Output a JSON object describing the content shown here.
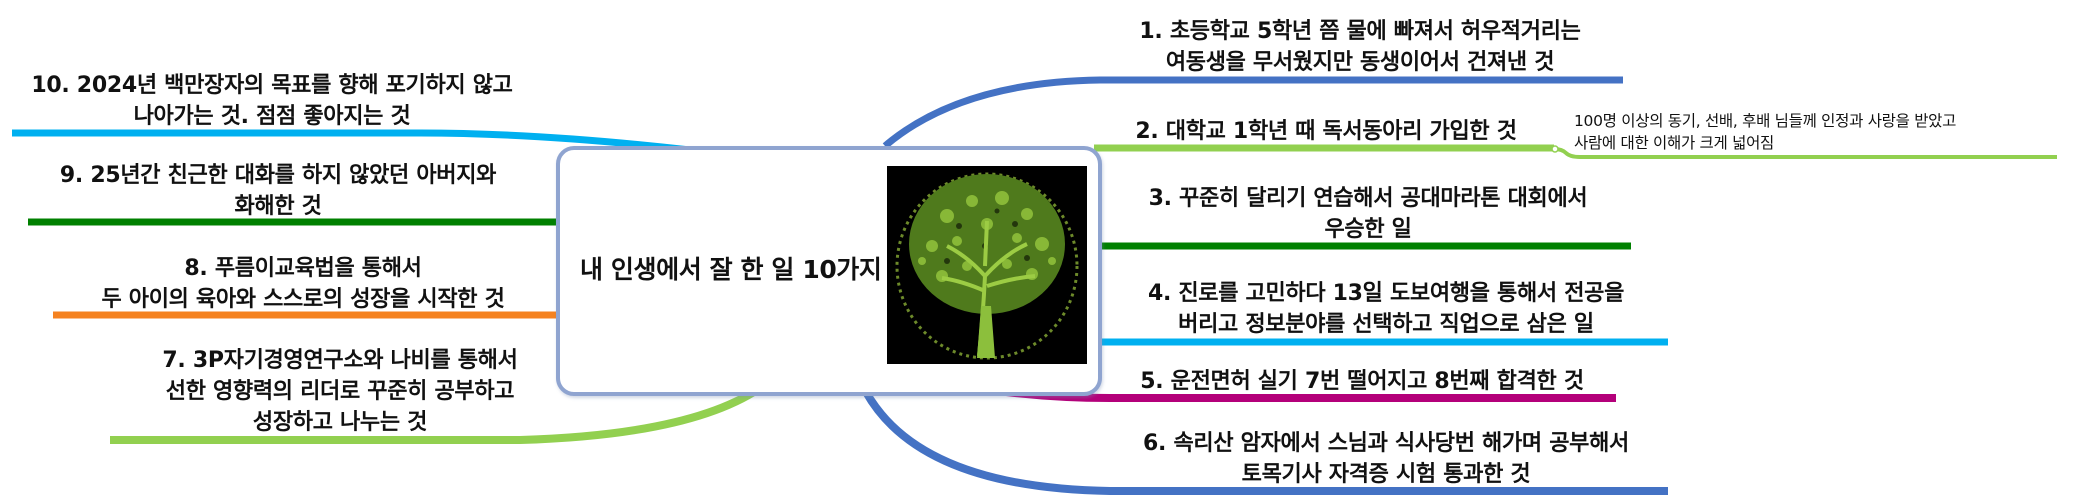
{
  "central": {
    "title": "내 인생에서 잘 한 일 10가지",
    "image": "tree-of-life-illustration",
    "border_color": "#8fa4d0"
  },
  "branches": [
    {
      "id": 1,
      "side": "right",
      "color": "#4472c4",
      "lines": [
        "1. 초등학교 5학년 쯤 물에 빠져서 허우적거리는",
        "여동생을 무서웠지만 동생이어서 건져낸 것"
      ]
    },
    {
      "id": 2,
      "side": "right",
      "color": "#92d050",
      "lines": [
        "2. 대학교 1학년 때 독서동아리 가입한 것"
      ],
      "note": {
        "lines": [
          "100명 이상의 동기, 선배, 후배 님들께 인정과 사랑을 받았고",
          "사람에 대한 이해가 크게 넓어짐"
        ]
      }
    },
    {
      "id": 3,
      "side": "right",
      "color": "#008000",
      "lines": [
        "3. 꾸준히 달리기 연습해서 공대마라톤 대회에서",
        "우승한 일"
      ]
    },
    {
      "id": 4,
      "side": "right",
      "color": "#00b0f0",
      "lines": [
        "4. 진로를 고민하다 13일 도보여행을 통해서 전공을",
        "버리고 정보분야를 선택하고 직업으로 삼은 일"
      ]
    },
    {
      "id": 5,
      "side": "right",
      "color": "#b4007a",
      "lines": [
        "5. 운전면허 실기 7번 떨어지고 8번째 합격한 것"
      ]
    },
    {
      "id": 6,
      "side": "right",
      "color": "#4472c4",
      "lines": [
        "6. 속리산 암자에서 스님과 식사당번 해가며 공부해서",
        "토목기사 자격증 시험 통과한 것"
      ]
    },
    {
      "id": 7,
      "side": "left",
      "color": "#92d050",
      "lines": [
        "7. 3P자기경영연구소와 나비를 통해서",
        "선한 영향력의 리더로 꾸준히 공부하고",
        "성장하고 나누는 것"
      ]
    },
    {
      "id": 8,
      "side": "left",
      "color": "#f58220",
      "lines": [
        "8. 푸름이교육법을 통해서",
        "두 아이의 육아와 스스로의 성장을 시작한 것"
      ]
    },
    {
      "id": 9,
      "side": "left",
      "color": "#008000",
      "lines": [
        "9. 25년간 친근한 대화를 하지 않았던 아버지와",
        "화해한 것"
      ]
    },
    {
      "id": 10,
      "side": "left",
      "color": "#00b0f0",
      "lines": [
        "10. 2024년 백만장자의 목표를 향해 포기하지 않고",
        "나아가는 것. 점점 좋아지는 것"
      ]
    }
  ]
}
